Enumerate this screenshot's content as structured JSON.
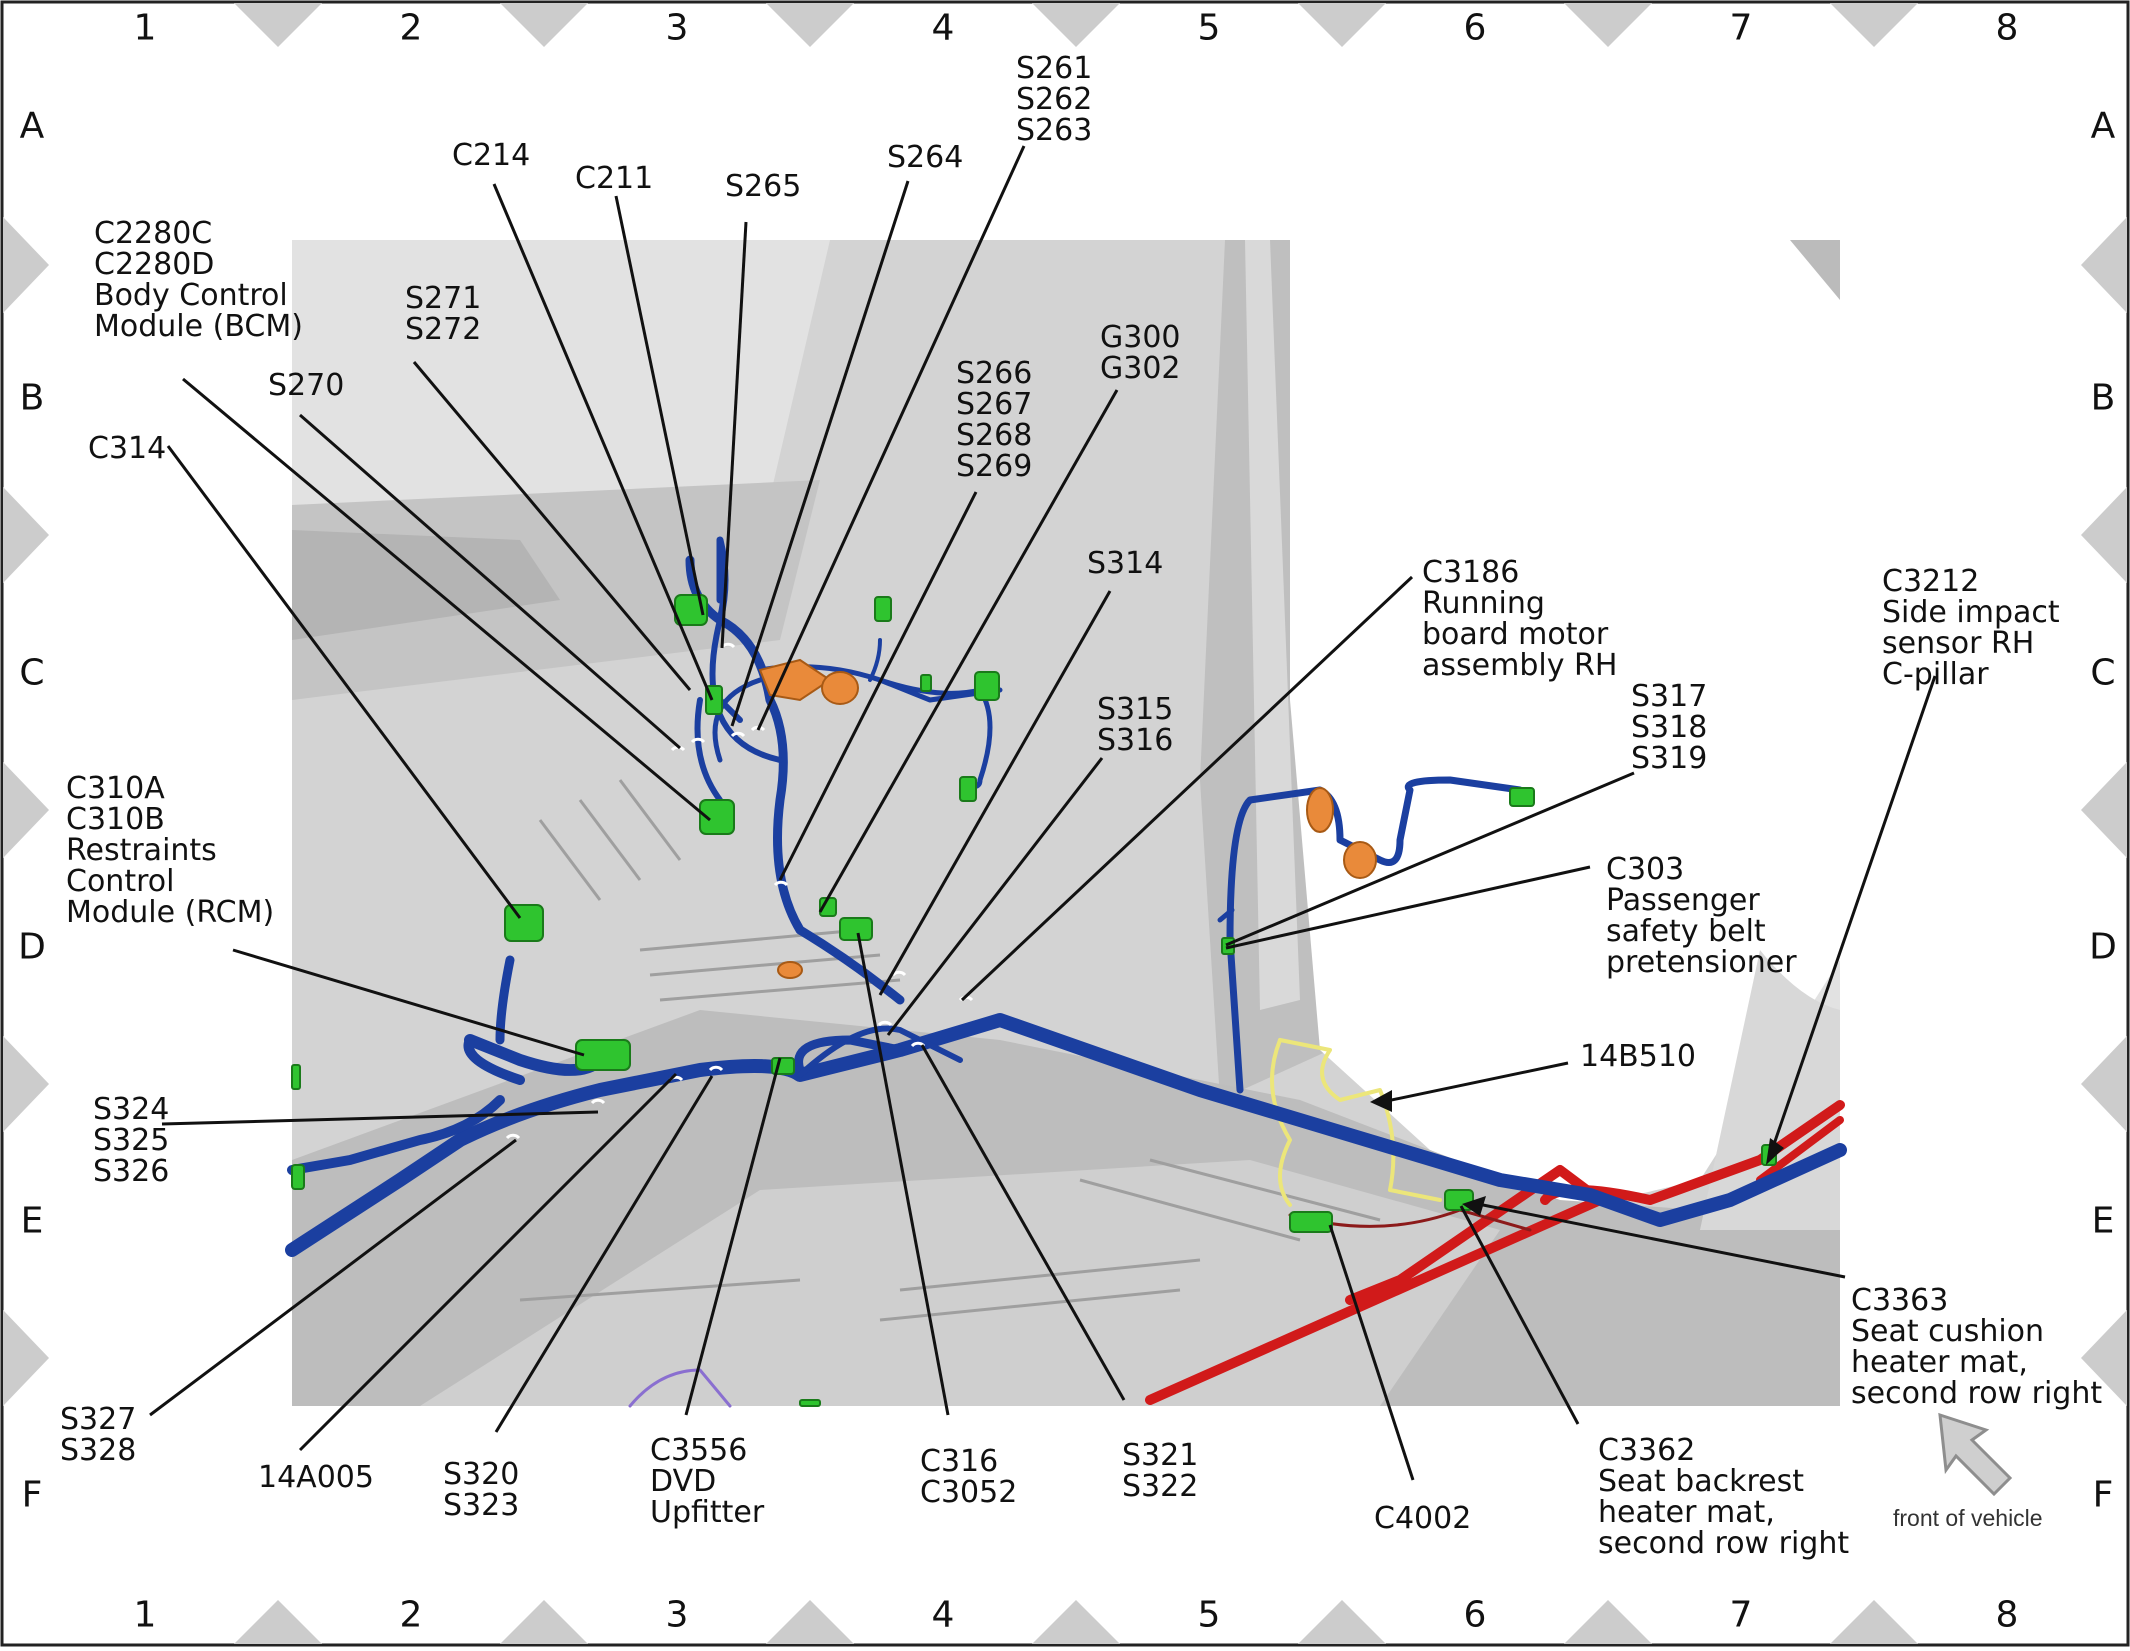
{
  "grid": {
    "columns": [
      "1",
      "2",
      "3",
      "4",
      "5",
      "6",
      "7",
      "8"
    ],
    "rows": [
      "A",
      "B",
      "C",
      "D",
      "E",
      "F"
    ]
  },
  "callouts": [
    {
      "id": "c2280",
      "lines": [
        "C2280C",
        "C2280D",
        "Body Control",
        "Module (BCM)"
      ]
    },
    {
      "id": "s270",
      "lines": [
        "S270"
      ]
    },
    {
      "id": "s271",
      "lines": [
        "S271",
        "S272"
      ]
    },
    {
      "id": "c214",
      "lines": [
        "C214"
      ]
    },
    {
      "id": "c211",
      "lines": [
        "C211"
      ]
    },
    {
      "id": "s265",
      "lines": [
        "S265"
      ]
    },
    {
      "id": "s264",
      "lines": [
        "S264"
      ]
    },
    {
      "id": "s261",
      "lines": [
        "S261",
        "S262",
        "S263"
      ]
    },
    {
      "id": "s266",
      "lines": [
        "S266",
        "S267",
        "S268",
        "S269"
      ]
    },
    {
      "id": "g300",
      "lines": [
        "G300",
        "G302"
      ]
    },
    {
      "id": "s314",
      "lines": [
        "S314"
      ]
    },
    {
      "id": "s315",
      "lines": [
        "S315",
        "S316"
      ]
    },
    {
      "id": "c314",
      "lines": [
        "C314"
      ]
    },
    {
      "id": "c310",
      "lines": [
        "C310A",
        "C310B",
        "Restraints",
        "Control",
        "Module (RCM)"
      ]
    },
    {
      "id": "c3186",
      "lines": [
        "C3186",
        "Running",
        "board motor",
        "assembly RH"
      ]
    },
    {
      "id": "s317",
      "lines": [
        "S317",
        "S318",
        "S319"
      ]
    },
    {
      "id": "c3212",
      "lines": [
        "C3212",
        "Side impact",
        "sensor RH",
        "C-pillar"
      ]
    },
    {
      "id": "c303",
      "lines": [
        "C303",
        "Passenger",
        "safety belt",
        "pretensioner"
      ]
    },
    {
      "id": "b510",
      "lines": [
        "14B510"
      ]
    },
    {
      "id": "s324",
      "lines": [
        "S324",
        "S325",
        "S326"
      ]
    },
    {
      "id": "s327",
      "lines": [
        "S327",
        "S328"
      ]
    },
    {
      "id": "a005",
      "lines": [
        "14A005"
      ]
    },
    {
      "id": "s320",
      "lines": [
        "S320",
        "S323"
      ]
    },
    {
      "id": "c3556",
      "lines": [
        "C3556",
        "DVD",
        "Upfitter"
      ]
    },
    {
      "id": "c316",
      "lines": [
        "C316",
        "C3052"
      ]
    },
    {
      "id": "s321",
      "lines": [
        "S321",
        "S322"
      ]
    },
    {
      "id": "c4002",
      "lines": [
        "C4002"
      ]
    },
    {
      "id": "c3362",
      "lines": [
        "C3362",
        "Seat backrest",
        "heater mat,",
        "second row right"
      ]
    },
    {
      "id": "c3363",
      "lines": [
        "C3363",
        "Seat cushion",
        "heater mat,",
        "second row right"
      ]
    }
  ],
  "front_of_vehicle": "front of vehicle",
  "colors": {
    "harness_blue": "#1b3fa0",
    "harness_red": "#d11a1a",
    "harness_yellow": "#ece67a",
    "connector_green": "#2fc42f",
    "grommet_orange": "#e98a3a",
    "body_gray": "#c9c9c9",
    "frame_gray": "#cfcfcf"
  }
}
